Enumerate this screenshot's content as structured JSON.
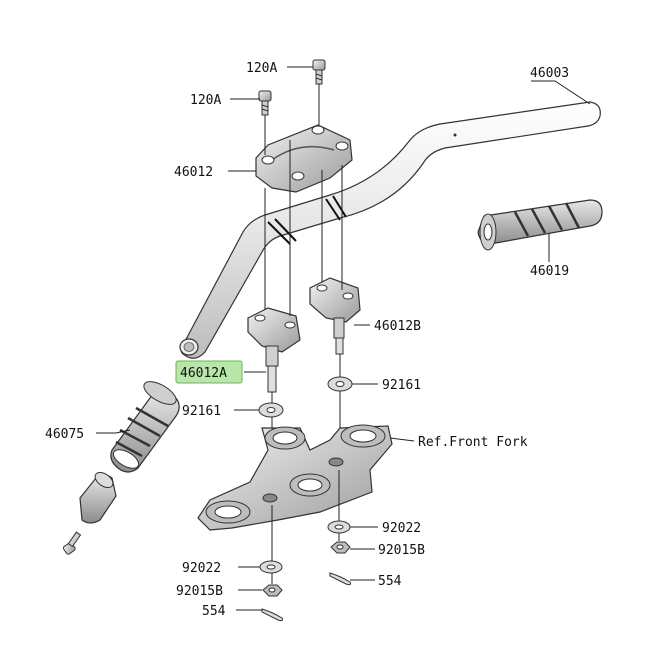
{
  "diagram": {
    "callouts": {
      "c_120A_top": "120A",
      "c_120A_left": "120A",
      "c_46003": "46003",
      "c_46012": "46012",
      "c_46019": "46019",
      "c_46012B": "46012B",
      "c_46012A": "46012A",
      "c_92161_right": "92161",
      "c_92161_left": "92161",
      "c_46075": "46075",
      "c_ref_front_fork": "Ref.Front Fork",
      "c_92022_right": "92022",
      "c_92015B_right": "92015B",
      "c_554_right": "554",
      "c_92022_left": "92022",
      "c_92015B_left": "92015B",
      "c_554_left": "554"
    },
    "highlight_color": "#b8e6a8",
    "line_color": "#222222",
    "part_fill": "#eeeeee",
    "part_shadow": "#bdbdbd"
  }
}
